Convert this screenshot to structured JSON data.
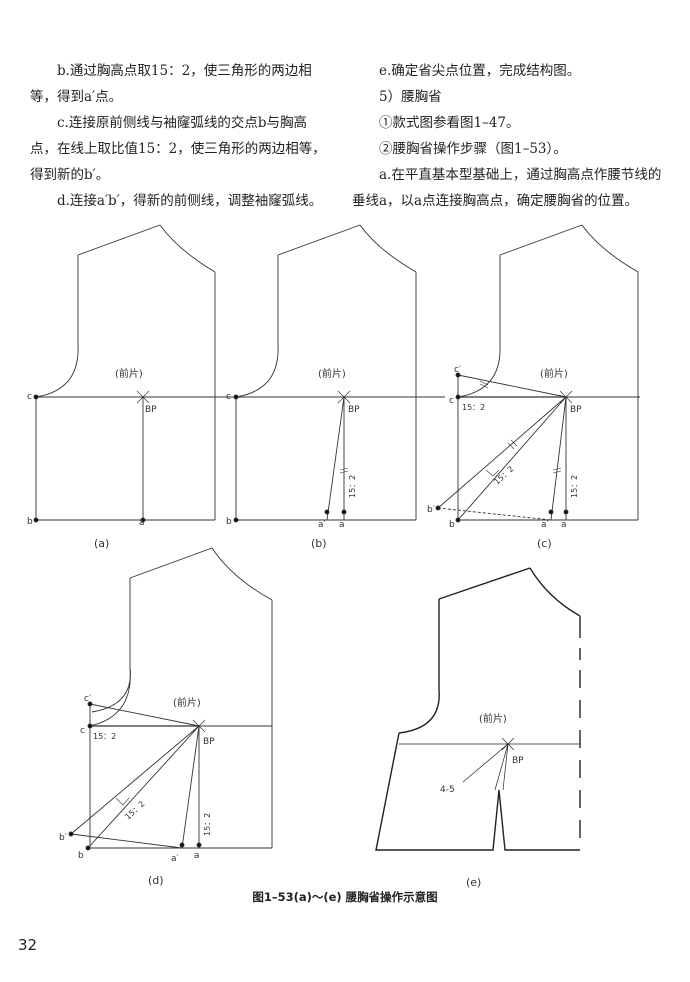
{
  "text": {
    "left": [
      "b.通过胸高点取15：2，使三角形的两边相等，得到a′点。",
      "c.连接原前侧线与袖窿弧线的交点b与胸高点，在线上取比值15：2，使三角形的两边相等，得到新的b′。",
      "d.连接a′b′，得新的前侧线，调整袖窿弧线。"
    ],
    "right": [
      "e.确定省尖点位置，完成结构图。",
      "5）腰胸省",
      "①款式图参看图1–47。",
      "②腰胸省操作步骤（图1–53）。",
      "a.在平直基本型基础上，通过胸高点作腰节线的垂线a，以a点连接胸高点，确定腰胸省的位置。"
    ]
  },
  "figure": {
    "front_label": "(前片)",
    "bp": "BP",
    "ratio": "15：2",
    "dart_label": "4-5",
    "points": {
      "c": "c",
      "c_prime": "c′",
      "b": "b",
      "b_prime": "b′",
      "a": "a",
      "a_prime": "a′"
    },
    "sub_labels": [
      "(a)",
      "(b)",
      "(c)",
      "(d)",
      "(e)"
    ],
    "caption": "图1–53(a)～(e)  腰胸省操作示意图"
  },
  "page_number": "32"
}
